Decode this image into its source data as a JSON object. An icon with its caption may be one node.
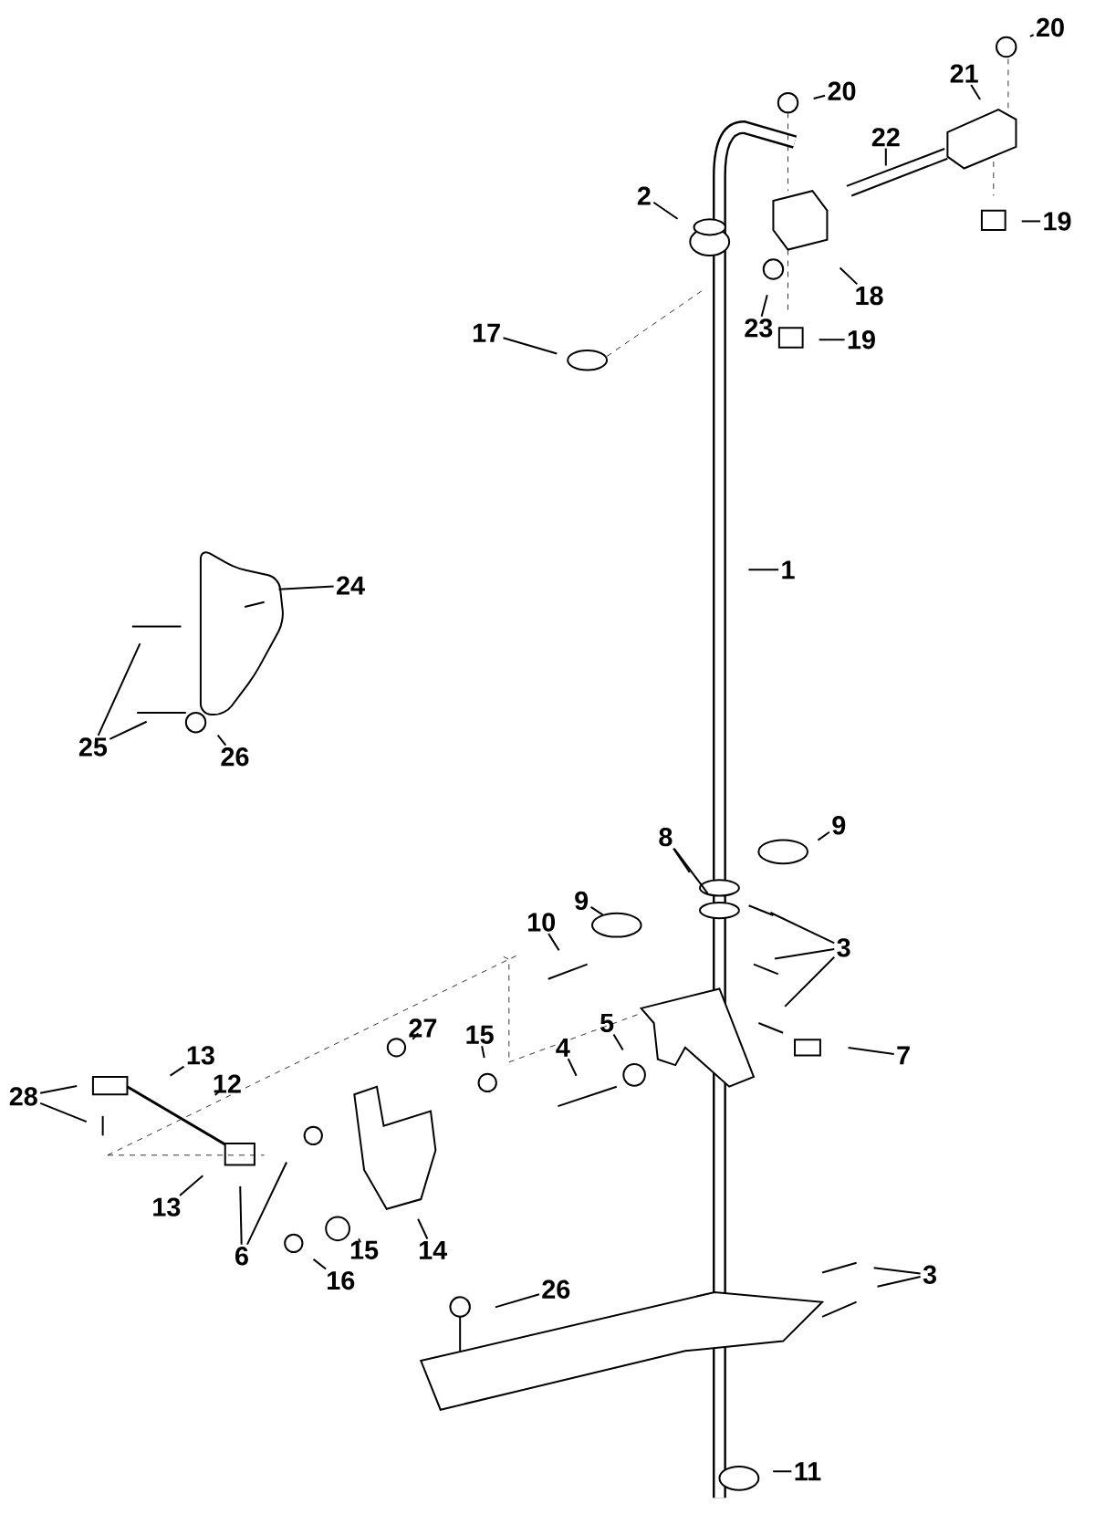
{
  "diagram": {
    "nodes": [
      {
        "text": [
          "1"
        ]
      },
      {
        "text": [
          "2"
        ]
      },
      {
        "text": [
          "17"
        ]
      },
      {
        "text": [
          "20"
        ]
      },
      {
        "text": [
          "20"
        ]
      },
      {
        "text": [
          "21"
        ]
      },
      {
        "text": [
          "22"
        ]
      },
      {
        "text": [
          "18"
        ]
      },
      {
        "text": [
          "19"
        ]
      },
      {
        "text": [
          "19"
        ]
      },
      {
        "text": [
          "23"
        ]
      },
      {
        "text": [
          "24"
        ]
      },
      {
        "text": [
          "25"
        ]
      },
      {
        "text": [
          "26"
        ]
      },
      {
        "text": [
          "9"
        ]
      },
      {
        "text": [
          "8"
        ]
      },
      {
        "text": [
          "9"
        ]
      },
      {
        "text": [
          "10"
        ]
      },
      {
        "text": [
          "3"
        ]
      },
      {
        "text": [
          "7"
        ]
      },
      {
        "text": [
          "5"
        ]
      },
      {
        "text": [
          "4"
        ]
      },
      {
        "text": [
          "27"
        ]
      },
      {
        "text": [
          "15"
        ]
      },
      {
        "text": [
          "13"
        ]
      },
      {
        "text": [
          "12"
        ]
      },
      {
        "text": [
          "28"
        ]
      },
      {
        "text": [
          "13"
        ]
      },
      {
        "text": [
          "6"
        ]
      },
      {
        "text": [
          "14"
        ]
      },
      {
        "text": [
          "16"
        ]
      },
      {
        "text": [
          "15"
        ]
      },
      {
        "text": [
          "3"
        ]
      },
      {
        "text": [
          "26"
        ]
      },
      {
        "text": [
          "11"
        ]
      }
    ],
    "edges": [
      {
        "from": 0,
        "to": null,
        "arrow": "none"
      },
      {
        "from": 1,
        "to": null,
        "arrow": "none"
      },
      {
        "from": 2,
        "to": null,
        "arrow": "none"
      },
      {
        "from": 3,
        "to": null,
        "arrow": "none"
      },
      {
        "from": 4,
        "to": null,
        "arrow": "none"
      },
      {
        "from": 5,
        "to": null,
        "arrow": "none"
      },
      {
        "from": 6,
        "to": null,
        "arrow": "none"
      },
      {
        "from": 7,
        "to": null,
        "arrow": "none"
      },
      {
        "from": 8,
        "to": null,
        "arrow": "none"
      },
      {
        "from": 9,
        "to": null,
        "arrow": "none"
      },
      {
        "from": 10,
        "to": null,
        "arrow": "none"
      },
      {
        "from": 11,
        "to": null,
        "arrow": "none"
      },
      {
        "from": 12,
        "to": null,
        "arrow": "none"
      },
      {
        "from": 12,
        "to": null,
        "arrow": "none"
      },
      {
        "from": 13,
        "to": null,
        "arrow": "none"
      },
      {
        "from": 14,
        "to": null,
        "arrow": "none"
      },
      {
        "from": 15,
        "to": null,
        "arrow": "none"
      },
      {
        "from": 15,
        "to": null,
        "arrow": "none"
      },
      {
        "from": 16,
        "to": null,
        "arrow": "none"
      },
      {
        "from": 17,
        "to": null,
        "arrow": "none"
      },
      {
        "from": 18,
        "to": null,
        "arrow": "none"
      },
      {
        "from": 18,
        "to": null,
        "arrow": "none"
      },
      {
        "from": 18,
        "to": null,
        "arrow": "none"
      },
      {
        "from": 19,
        "to": null,
        "arrow": "none"
      },
      {
        "from": 20,
        "to": null,
        "arrow": "none"
      },
      {
        "from": 21,
        "to": null,
        "arrow": "none"
      },
      {
        "from": 22,
        "to": null,
        "arrow": "none"
      },
      {
        "from": 23,
        "to": null,
        "arrow": "none"
      },
      {
        "from": 24,
        "to": null,
        "arrow": "none"
      },
      {
        "from": 25,
        "to": null,
        "arrow": "none"
      },
      {
        "from": 26,
        "to": null,
        "arrow": "none"
      },
      {
        "from": 26,
        "to": null,
        "arrow": "none"
      },
      {
        "from": 27,
        "to": null,
        "arrow": "none"
      },
      {
        "from": 28,
        "to": null,
        "arrow": "none"
      },
      {
        "from": 28,
        "to": null,
        "arrow": "none"
      },
      {
        "from": 29,
        "to": null,
        "arrow": "none"
      },
      {
        "from": 30,
        "to": null,
        "arrow": "none"
      },
      {
        "from": 31,
        "to": null,
        "arrow": "none"
      },
      {
        "from": 32,
        "to": null,
        "arrow": "none"
      },
      {
        "from": 32,
        "to": null,
        "arrow": "none"
      },
      {
        "from": 33,
        "to": null,
        "arrow": "none"
      },
      {
        "from": 34,
        "to": null,
        "arrow": "none"
      }
    ]
  }
}
